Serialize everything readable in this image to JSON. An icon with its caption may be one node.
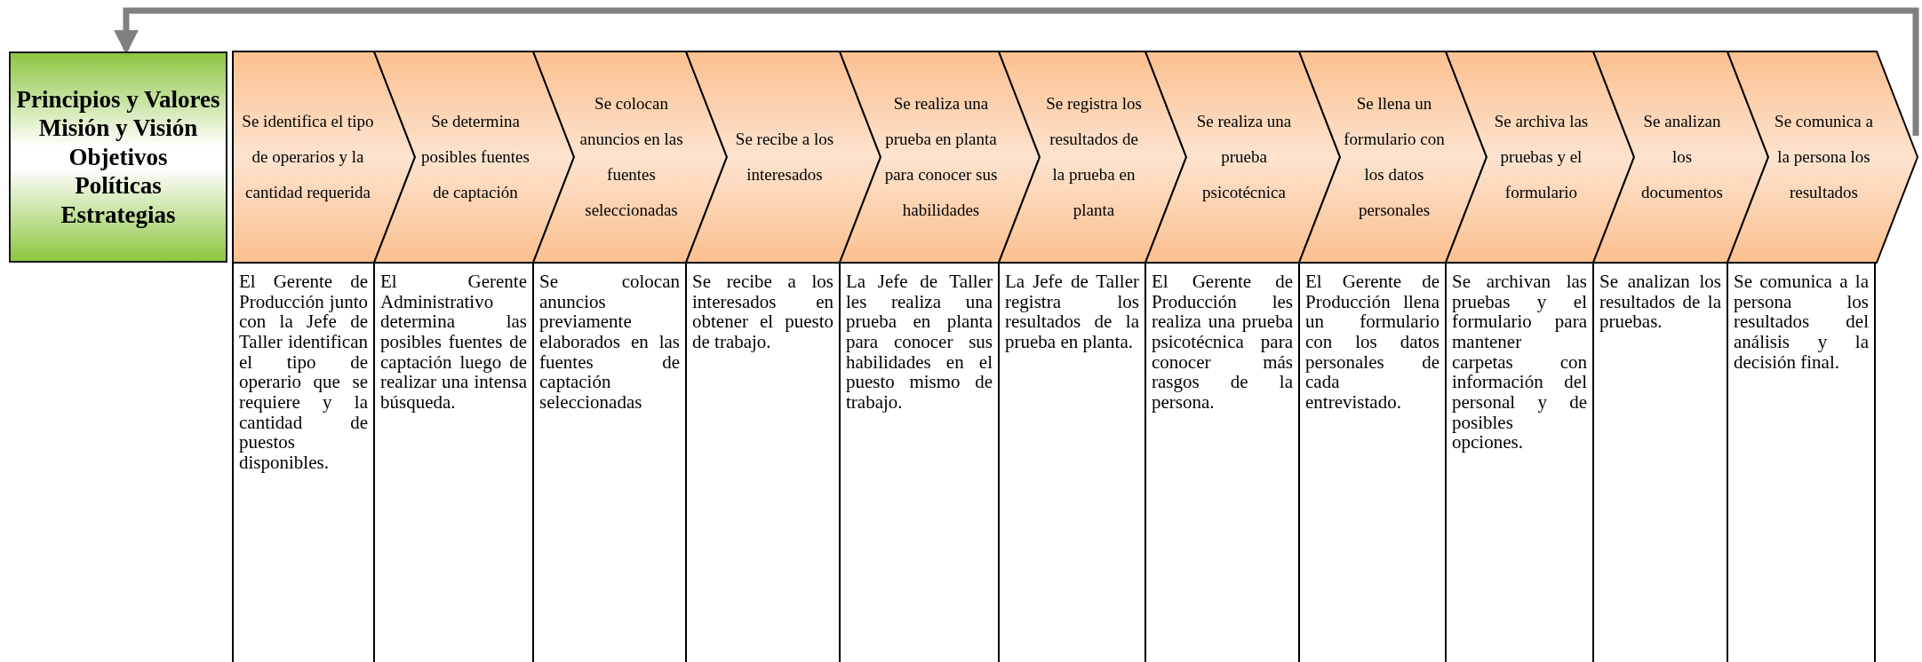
{
  "diagram": {
    "nodes": [
      {
        "text": [
          "Principios y Valores",
          "Misión y Visión",
          "Objetivos",
          "Políticas",
          "Estrategias"
        ]
      },
      {
        "text": [
          "Se identifica el tipo de operarios y la cantidad requerida"
        ]
      },
      {
        "text": [
          "Se determina posibles fuentes de captación"
        ]
      },
      {
        "text": [
          "Se colocan anuncios en las fuentes seleccionadas"
        ]
      },
      {
        "text": [
          "Se recibe a los interesados"
        ]
      },
      {
        "text": [
          "Se realiza una prueba en planta para conocer sus habilidades"
        ]
      },
      {
        "text": [
          "Se registra los resultados de la prueba en planta"
        ]
      },
      {
        "text": [
          "Se realiza una prueba psicotécnica"
        ]
      },
      {
        "text": [
          "Se llena un formulario con los datos personales"
        ]
      },
      {
        "text": [
          "Se archiva las pruebas y el formulario"
        ]
      },
      {
        "text": [
          "Se analizan los documentos"
        ]
      },
      {
        "text": [
          "Se comunica a la persona los resultados"
        ]
      }
    ],
    "edges": [
      {
        "from": 11,
        "to": 0,
        "arrow": "to"
      }
    ],
    "labels": [
      "El Gerente de Producción junto con la Jefe de Taller identifican el tipo de operario que se requiere y la cantidad de puestos disponibles.",
      "El Gerente Administrativo determina las posibles fuentes de captación luego de realizar una intensa búsqueda.",
      "Se colocan anuncios previamente elaborados en las fuentes de captación seleccionadas",
      "Se recibe a los interesados en obtener el puesto de trabajo.",
      "La Jefe de Taller les realiza una prueba en planta para conocer sus habilidades en el puesto mismo de trabajo.",
      "La Jefe de Taller registra los resultados de la prueba en planta.",
      "El Gerente de Producción les realiza una prueba psicotécnica para conocer más rasgos de la persona.",
      "El Gerente de Producción llena un formulario con los datos personales de cada entrevistado.",
      "Se archivan las pruebas y el formulario para mantener carpetas con información del personal y de posibles opciones.",
      "Se analizan los resultados de la pruebas.",
      "Se comunica a la persona los resultados del análisis y la decisión final."
    ]
  }
}
